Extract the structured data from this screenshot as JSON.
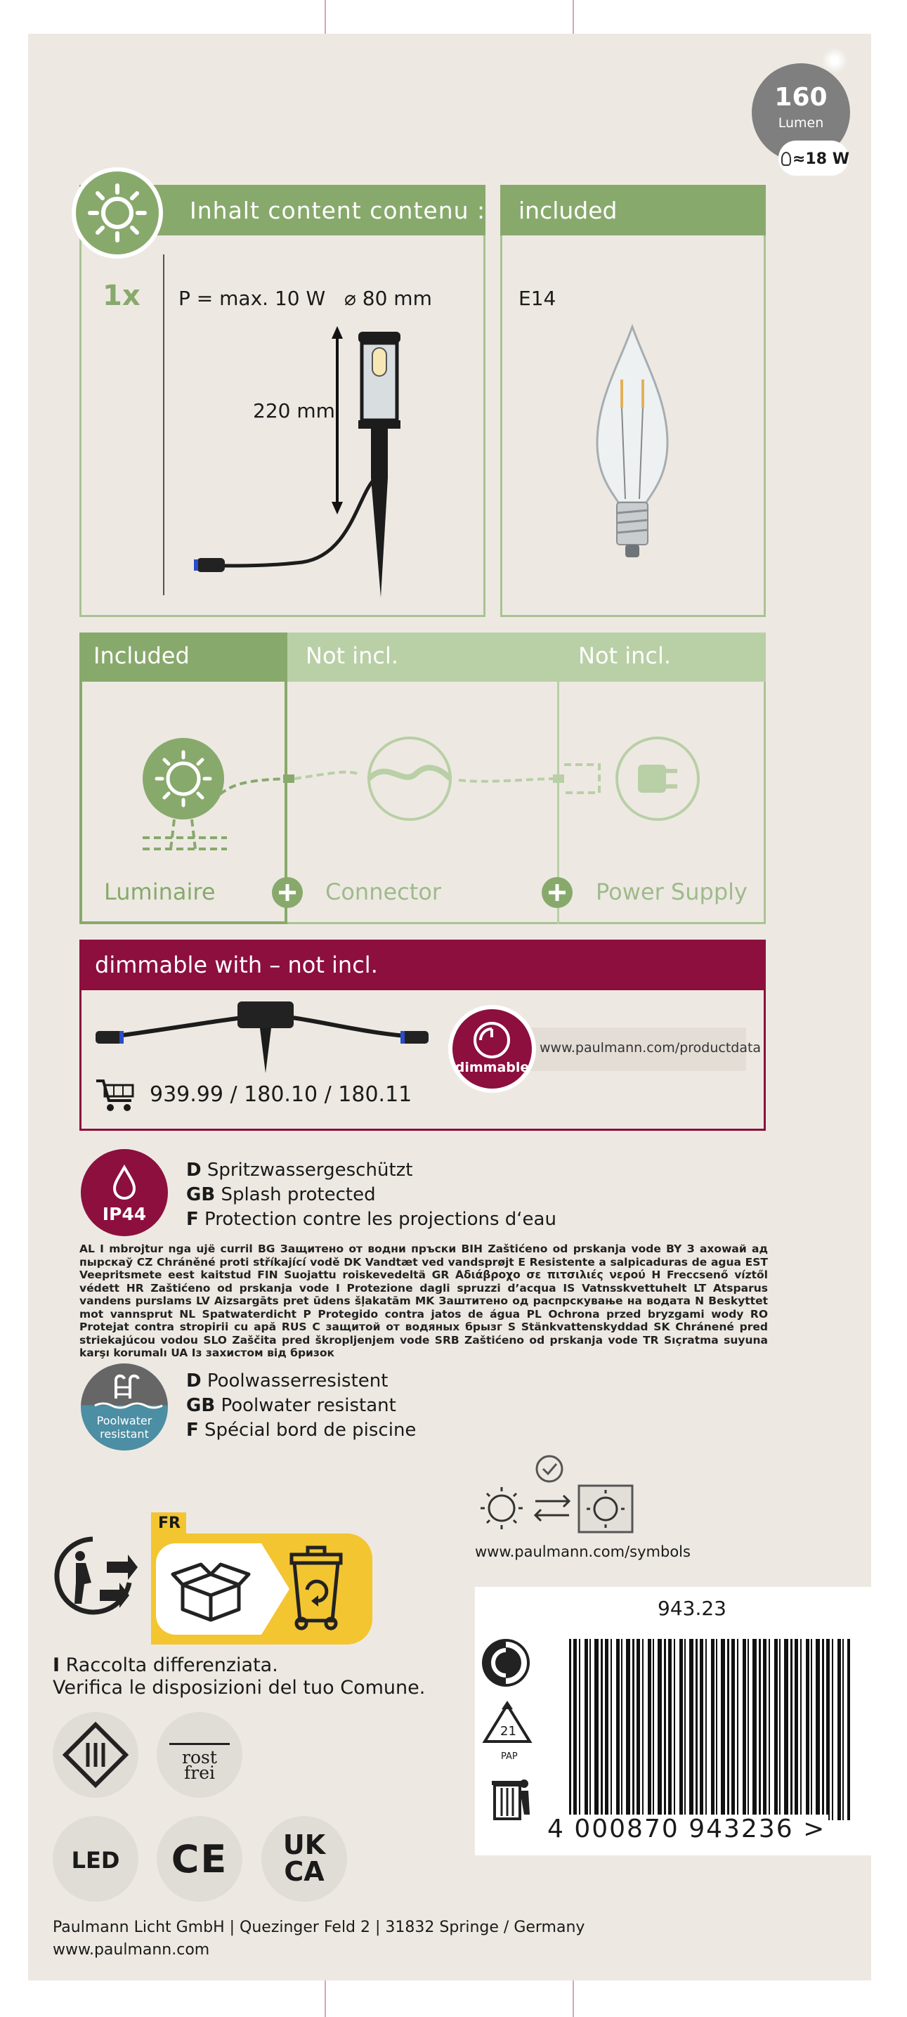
{
  "lumen_badge": {
    "value": "160",
    "unit": "Lumen",
    "watt": "≈18 W"
  },
  "content_box": {
    "title": "Inhalt  content  contenu :",
    "quantity": "1x",
    "power": "P = max. 10 W",
    "diameter": "⌀ 80 mm",
    "height": "220 mm"
  },
  "included_box": {
    "title": "included",
    "socket": "E14"
  },
  "system": {
    "col1_head": "Included",
    "col2_head": "Not incl.",
    "col3_head": "Not incl.",
    "luminaire": "Luminaire",
    "connector": "Connector",
    "power_supply": "Power Supply"
  },
  "dimmable": {
    "title": "dimmable with – not incl.",
    "articles": "939.99 / 180.10 / 180.11",
    "badge": "dimmable",
    "url": "www.paulmann.com/productdata"
  },
  "ip": {
    "badge": "IP44",
    "lines": [
      {
        "code": "D",
        "text": "Spritzwassergeschützt"
      },
      {
        "code": "GB",
        "text": "Splash protected"
      },
      {
        "code": "F",
        "text": "Protection contre les projections d‘eau"
      }
    ],
    "multilang": "AL I mbrojtur nga ujë curril BG Защитено от водни пръски BIH Zaštićeno od prskanja vode BY З ахоwaй ад пырскаў CZ Chráněné proti stříkající vodě DK Vandtæt ved vandsprøjt E Resistente a salpicaduras de agua EST Veepritsmete eest kaitstud FIN Suojattu roiskevedeltä GR Αδιάβροχο σε πιτσιλιές νερού H Freccsenő víztől védett HR Zaštićeno od prskanja vode I Protezione dagli spruzzi d’acqua IS Vatnsskvettuhelt LT Atsparus vandens purslams LV Aizsargāts pret ūdens šļakatām MK Заштитено од распрскување на водата N Beskyttet mot vannsprut NL Spatwaterdicht P Protegido contra jatos de água PL Ochrona przed bryzgami wody RO Protejat contra stropirii cu apă RUS С защитой от водяных брызг S Stänkvattenskyddad SK Chránené pred striekajúcou vodou SLO Zaščita pred škropljenjem vode SRB Zaštićeno od prskanja vode TR Sıçratma suyuna karşı korumalı UA Із захистом від бризок"
  },
  "pool": {
    "badge_line1": "Poolwater",
    "badge_line2": "resistant",
    "lines": [
      {
        "code": "D",
        "text": "Poolwasserresistent"
      },
      {
        "code": "GB",
        "text": "Poolwater resistant"
      },
      {
        "code": "F",
        "text": "Spécial bord de piscine"
      }
    ]
  },
  "symbols_url": "www.paulmann.com/symbols",
  "recycling": {
    "fr_tag": "FR",
    "it_line1": "Raccolta differenziata.",
    "it_code": "I",
    "it_line2": "Verifica le disposizioni del tuo Comune."
  },
  "marks": {
    "rostfrei1": "rost",
    "rostfrei2": "frei",
    "led": "LED",
    "ce": "CE",
    "ukca1": "UK",
    "ukca2": "CA"
  },
  "barcode": {
    "article": "943.23",
    "digits": "4  000870  943236  >",
    "pap": "21",
    "pap_label": "PAP"
  },
  "footer": {
    "company": "Paulmann Licht GmbH | Quezinger Feld 2 | 31832 Springe  / Germany",
    "web": "www.paulmann.com"
  },
  "colors": {
    "green": "#88a96c",
    "light_green": "#b9cfa6",
    "wine": "#8c0f3e",
    "gray_badge": "#7f7f7f",
    "teal": "#4c8ea3"
  }
}
